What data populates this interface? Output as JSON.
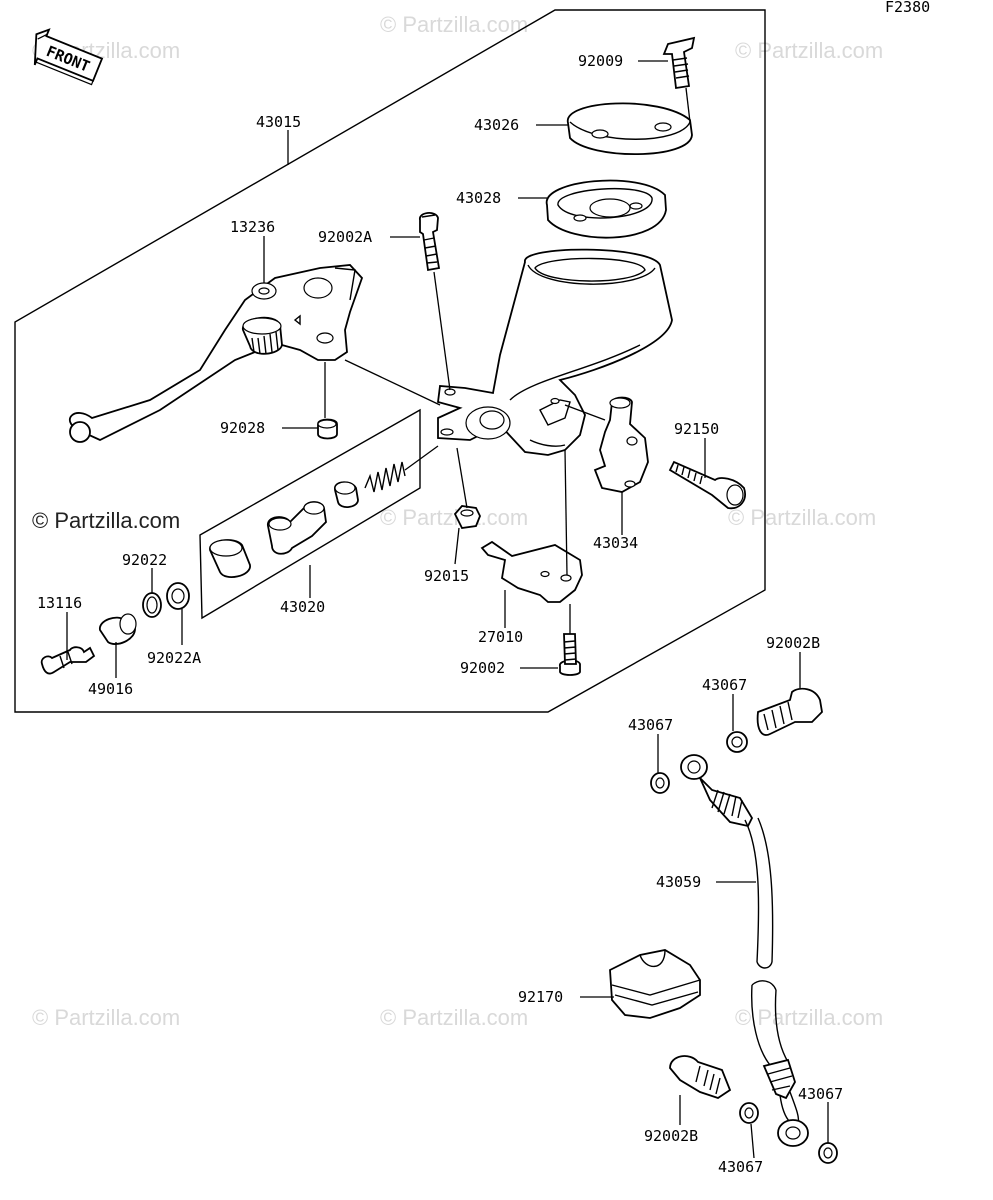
{
  "figure_code": "F2380",
  "front_label": "FRONT",
  "watermark_text": "© Partzilla.com",
  "callouts": [
    {
      "id": "c-92009",
      "label": "92009"
    },
    {
      "id": "c-43026",
      "label": "43026"
    },
    {
      "id": "c-43015",
      "label": "43015"
    },
    {
      "id": "c-43028",
      "label": "43028"
    },
    {
      "id": "c-13236",
      "label": "13236"
    },
    {
      "id": "c-92002A",
      "label": "92002A"
    },
    {
      "id": "c-92028",
      "label": "92028"
    },
    {
      "id": "c-92150",
      "label": "92150"
    },
    {
      "id": "c-43034",
      "label": "43034"
    },
    {
      "id": "c-92022",
      "label": "92022"
    },
    {
      "id": "c-13116",
      "label": "13116"
    },
    {
      "id": "c-92022A",
      "label": "92022A"
    },
    {
      "id": "c-49016",
      "label": "49016"
    },
    {
      "id": "c-43020",
      "label": "43020"
    },
    {
      "id": "c-92015",
      "label": "92015"
    },
    {
      "id": "c-27010",
      "label": "27010"
    },
    {
      "id": "c-92002",
      "label": "92002"
    },
    {
      "id": "c-92002B-top",
      "label": "92002B"
    },
    {
      "id": "c-43067-a",
      "label": "43067"
    },
    {
      "id": "c-43067-b",
      "label": "43067"
    },
    {
      "id": "c-43059",
      "label": "43059"
    },
    {
      "id": "c-92170",
      "label": "92170"
    },
    {
      "id": "c-92002B-bot",
      "label": "92002B"
    },
    {
      "id": "c-43067-c",
      "label": "43067"
    },
    {
      "id": "c-43067-d",
      "label": "43067"
    }
  ]
}
